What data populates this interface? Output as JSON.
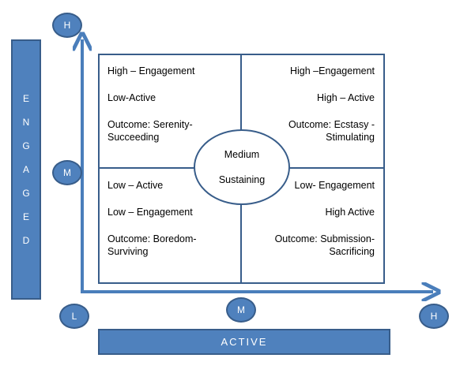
{
  "axes": {
    "y_label_letters": [
      "E",
      "N",
      "G",
      "A",
      "G",
      "E",
      "D"
    ],
    "x_label": "ACTIVE",
    "y_markers": {
      "high": "H",
      "medium": "M"
    },
    "x_markers": {
      "low": "L",
      "medium": "M",
      "high": "H"
    }
  },
  "quadrants": {
    "top_left": {
      "line1": "High – Engagement",
      "line2": "Low-Active",
      "line3": "Outcome: Serenity-",
      "line4": "Succeeding"
    },
    "top_right": {
      "line1": "High –Engagement",
      "line2": "High – Active",
      "line3": "Outcome: Ecstasy -",
      "line4": "Stimulating"
    },
    "bottom_left": {
      "line1": "Low – Active",
      "line2": "Low – Engagement",
      "line3": "Outcome: Boredom-",
      "line4": "Surviving"
    },
    "bottom_right": {
      "line1": "Low- Engagement",
      "line2": "High Active",
      "line3": "Outcome: Submission-",
      "line4": "Sacrificing"
    }
  },
  "center": {
    "line1": "Medium",
    "line2": "Sustaining"
  },
  "colors": {
    "fill": "#4f81bd",
    "stroke": "#385d8a",
    "arrow": "#4a7ebb"
  }
}
